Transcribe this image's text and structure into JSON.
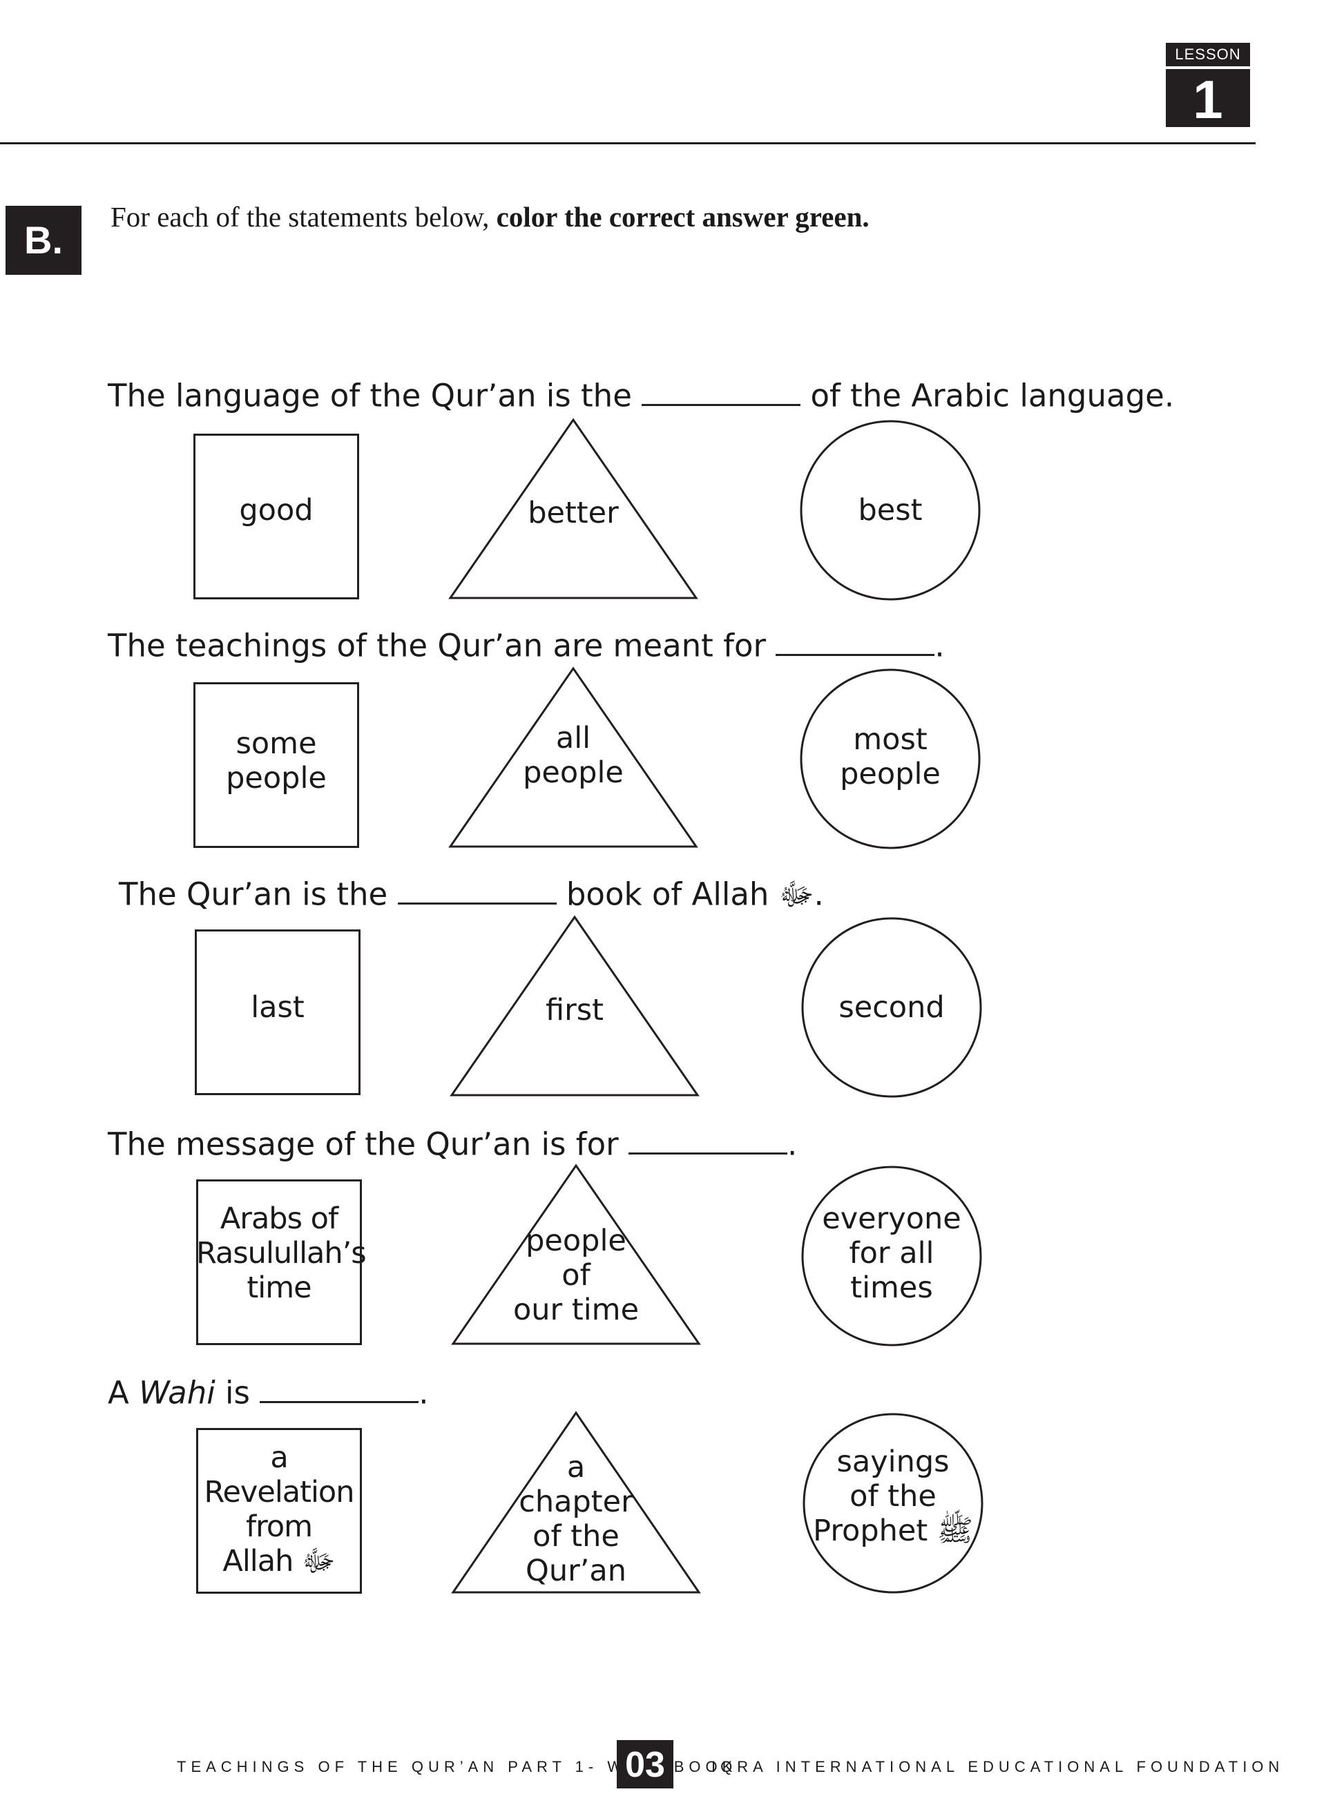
{
  "header": {
    "lesson_label": "LESSON",
    "lesson_number": "1"
  },
  "section": {
    "badge": "B.",
    "instruction_plain": "For each of the statements below, ",
    "instruction_bold": "color the correct answer green."
  },
  "questions": [
    {
      "before": "The language of the Qur’an is the ",
      "after": " of the Arabic language.",
      "options": [
        "good",
        "better",
        "best"
      ]
    },
    {
      "before": "The teachings of the Qur’an are meant for ",
      "after": ".",
      "options": [
        "some\npeople",
        "all\npeople",
        "most\npeople"
      ]
    },
    {
      "before": "The Qur’an is the ",
      "after": " book of Allah ﷻ.",
      "options": [
        "last",
        "first",
        "second"
      ]
    },
    {
      "before": "The  message of the Qur’an is for ",
      "after": ".",
      "options": [
        "Arabs of\nRasulullah’s\ntime",
        "people\nof\nour time",
        "everyone\nfor all\ntimes"
      ]
    },
    {
      "before_plain": "A ",
      "before_italic": "Wahi",
      "before": " is ",
      "after": ".",
      "options": [
        "a\nRevelation\nfrom\nAllah ﷻ",
        "a\nchapter\nof the\nQur’an",
        "sayings\nof the\nProphet ﷺ"
      ]
    }
  ],
  "footer": {
    "left": "TEACHINGS OF THE QUR’AN PART 1- WORKBOOK",
    "page_number": "03",
    "right": "IQRA INTERNATIONAL EDUCATIONAL FOUNDATION"
  }
}
